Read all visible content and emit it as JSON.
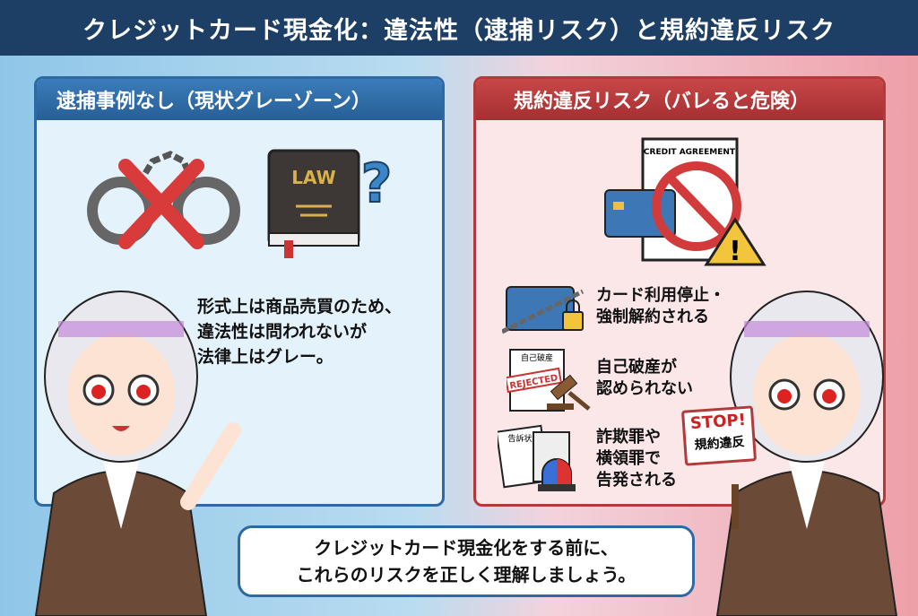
{
  "title": "クレジットカード現金化：違法性（逮捕リスク）と規約違反リスク",
  "left_panel": {
    "heading": "逮捕事例なし（現状グレーゾーン）",
    "book_label": "LAW",
    "text": [
      "形式上は商品売買のため、",
      "違法性は問われないが",
      "法律上はグレー。"
    ]
  },
  "right_panel": {
    "heading": "規約違反リスク（バレると危険）",
    "document_label": "CREDIT AGREEMENT",
    "items": [
      {
        "lines": [
          "カード利用停止・",
          "強制解約される"
        ],
        "icon": "locked-card-icon"
      },
      {
        "lines": [
          "自己破産が",
          "認められない"
        ],
        "icon": "rejected-gavel-icon",
        "doc_label": "自己破産",
        "stamp": "REJECTED"
      },
      {
        "lines": [
          "詐欺罪や",
          "横領罪で",
          "告発される"
        ],
        "icon": "complaint-siren-icon",
        "doc_label": "告訴状"
      }
    ]
  },
  "sign": {
    "line1": "STOP!",
    "line2": "規約違反"
  },
  "bubble": [
    "クレジットカード現金化をする前に、",
    "これらのリスクを正しく理解しましょう。"
  ],
  "colors": {
    "title_bg": "#1d3f66",
    "left_accent": "#2d6aa3",
    "right_accent": "#b23a3a"
  }
}
